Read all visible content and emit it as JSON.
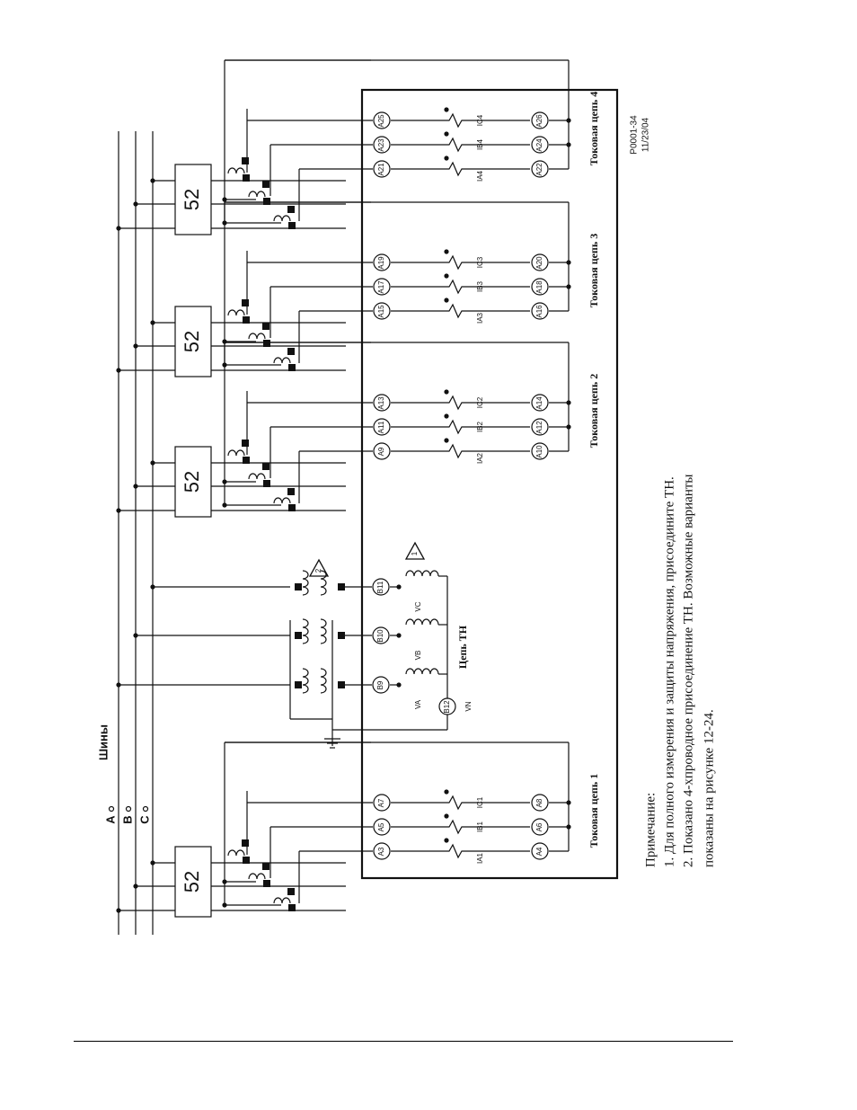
{
  "labels": {
    "bus_title": "Шины",
    "phase_a": "A",
    "phase_b": "B",
    "phase_c": "C",
    "breaker": "52",
    "vt_circuit": "Цепь ТН",
    "vt_terminals": [
      "B9",
      "B10",
      "B11",
      "B12"
    ],
    "vt_phases": [
      "VA",
      "VB",
      "VC",
      "VN"
    ],
    "note1_marker": "1",
    "note2_marker": "2",
    "ref_code": "P0001-34",
    "ref_date": "11/23/04"
  },
  "current_circuits": [
    {
      "title": "Токовая цепь 1",
      "left_terms": [
        "A3",
        "A5",
        "A7"
      ],
      "right_terms": [
        "A4",
        "A6",
        "A8"
      ],
      "phases": [
        "IA1",
        "IB1",
        "IC1"
      ]
    },
    {
      "title": "Токовая цепь 2",
      "left_terms": [
        "A9",
        "A11",
        "A13"
      ],
      "right_terms": [
        "A10",
        "A12",
        "A14"
      ],
      "phases": [
        "IA2",
        "IB2",
        "IC2"
      ]
    },
    {
      "title": "Токовая цепь 3",
      "left_terms": [
        "A15",
        "A17",
        "A19"
      ],
      "right_terms": [
        "A16",
        "A18",
        "A20"
      ],
      "phases": [
        "IA3",
        "IB3",
        "IC3"
      ]
    },
    {
      "title": "Токовая цепь 4",
      "left_terms": [
        "A21",
        "A23",
        "A25"
      ],
      "right_terms": [
        "A22",
        "A24",
        "A26"
      ],
      "phases": [
        "IA4",
        "IB4",
        "IC4"
      ]
    }
  ],
  "notes": {
    "heading": "Примечание:",
    "line1": "1. Для полного измерения и защиты напряжения, присоедините ТН.",
    "line2": "2. Показано 4-хпроводное присоединение ТН. Возможные варианты",
    "line3": "показаны на рисунке 12-24."
  }
}
